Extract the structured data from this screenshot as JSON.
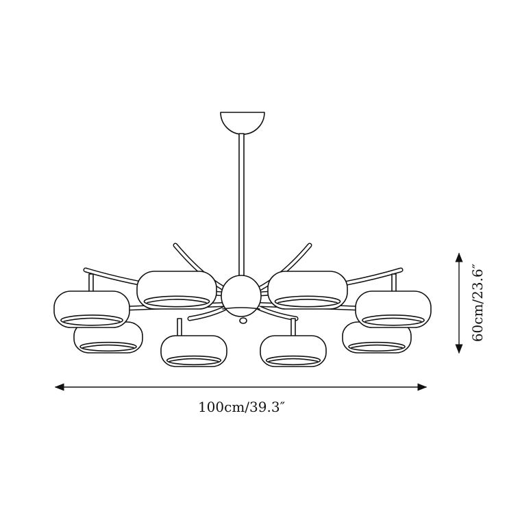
{
  "product": "chandelier-8-shades",
  "dimensions": {
    "width_label": "100cm/39.3″",
    "height_label": "60cm/23.6″"
  },
  "colors": {
    "line": "#111111",
    "background": "#ffffff"
  }
}
